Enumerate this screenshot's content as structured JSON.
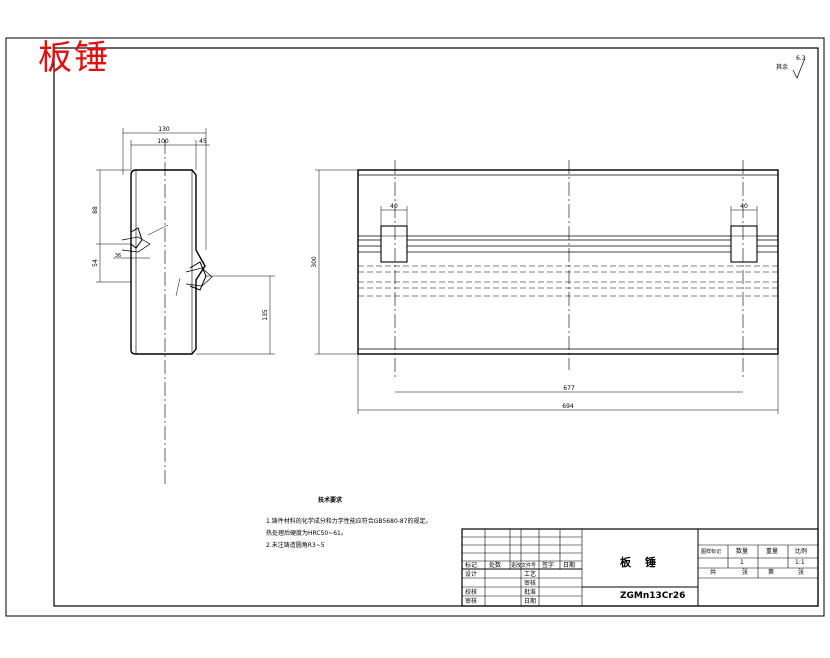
{
  "drawing": {
    "title_stamp": "板锤",
    "roughness": {
      "label": "其余",
      "value": "6.3"
    },
    "dimensions": {
      "side_top_total": "130",
      "side_top_inner": "100",
      "side_top_right": "45",
      "side_left_upper": "88",
      "side_left_lower": "54",
      "side_left_small": "36",
      "side_right_depth": "135",
      "front_height": "300",
      "front_hole_left": "40",
      "front_hole_right": "40",
      "front_inner_width": "677",
      "front_total_width": "694"
    },
    "notes": {
      "heading": "技术要求",
      "line1": "1.铸件材料的化学成分和力学性能应符合GB5680-87的规定。",
      "line2": "热处理后硬度为HRC50~61。",
      "line3": "2.未注铸造圆角R3~5"
    }
  },
  "title_block": {
    "part_name": "板锤",
    "material": "ZGMn13Cr26",
    "header_row": [
      "标记",
      "处数",
      "更改文件号",
      "签字",
      "日期"
    ],
    "roles": [
      "设计",
      "校核",
      "审核"
    ],
    "roles_right": [
      "工艺",
      "审核",
      "批准",
      "日期"
    ],
    "scale_headers": [
      "图样标记",
      "数量",
      "重量",
      "比例"
    ],
    "scale_values": [
      "",
      "1",
      "",
      "1:1"
    ],
    "sheets": [
      "共",
      "张",
      "第",
      "张"
    ]
  }
}
